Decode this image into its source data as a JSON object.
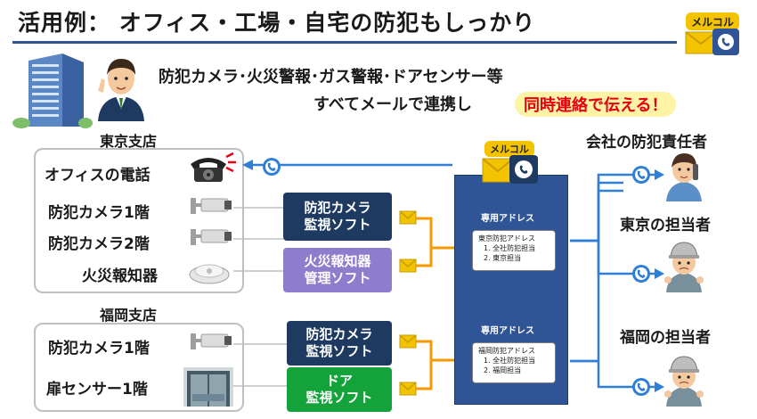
{
  "header": {
    "title": "活用例： オフィス・工場・自宅の防犯もしっかり",
    "logo_text": "メルコル"
  },
  "intro": {
    "line1": "防犯カメラ･火災警報･ガス警報･ドアセンサー等",
    "line2": "すべてメールで連携し",
    "highlight": "同時連絡で伝える！"
  },
  "tokyo": {
    "title": "東京支店",
    "devices": [
      "オフィスの電話",
      "防犯カメラ1階",
      "防犯カメラ2階",
      "火災報知器"
    ],
    "software": [
      {
        "line1": "防犯カメラ",
        "line2": "監視ソフト"
      },
      {
        "line1": "火災報知器",
        "line2": "管理ソフト"
      }
    ]
  },
  "fukuoka": {
    "title": "福岡支店",
    "devices": [
      "防犯カメラ1階",
      "扉センサー1階"
    ],
    "software": [
      {
        "line1": "防犯カメラ",
        "line2": "監視ソフト"
      },
      {
        "line1": "ドア",
        "line2": "監視ソフト"
      }
    ]
  },
  "server": {
    "logo_text": "メルコル",
    "upper": {
      "label": "専用アドレス",
      "card_title": "東京防犯アドレス",
      "card_items": [
        "1. 全社防犯担当",
        "2. 東京担当"
      ]
    },
    "lower": {
      "label": "専用アドレス",
      "card_title": "福岡防犯アドレス",
      "card_items": [
        "1. 全社防犯担当",
        "2. 福岡担当"
      ]
    }
  },
  "recipients": [
    "会社の防犯責任者",
    "東京の担当者",
    "福岡の担当者"
  ],
  "colors": {
    "accent_blue": "#2f5597",
    "navy": "#1f3a60",
    "lavender": "#8e7ccc",
    "green": "#14a33b",
    "orange_arrow": "#f59a00",
    "blue_arrow": "#2f7fd6",
    "highlight_text": "#e60012"
  }
}
